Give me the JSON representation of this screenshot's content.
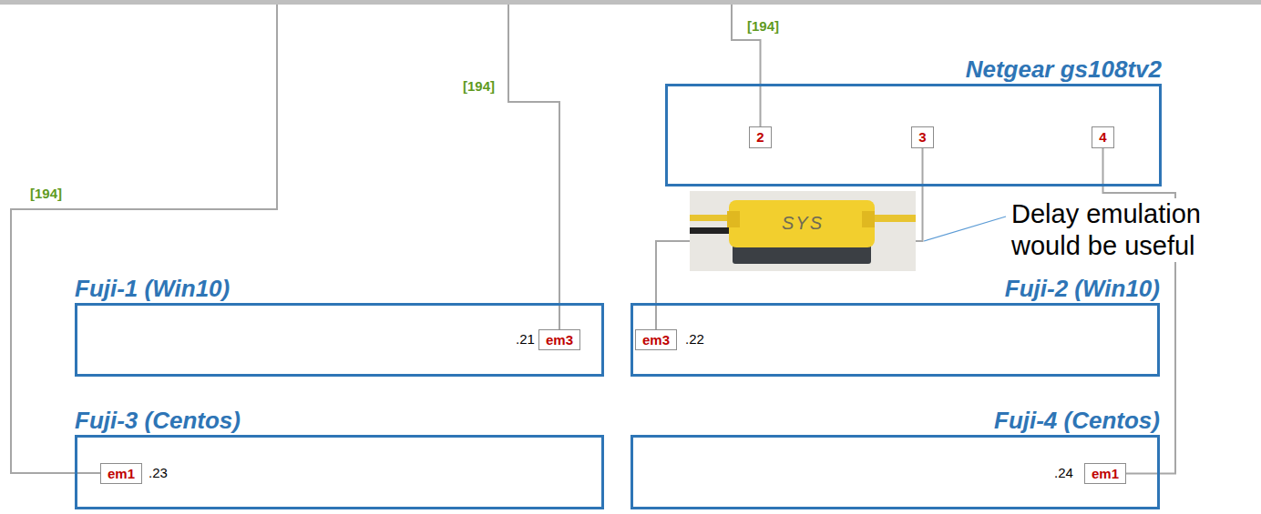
{
  "diagram": {
    "nodes": [
      {
        "text": [
          "Netgear gs108tv2"
        ]
      },
      {
        "text": [
          "2"
        ],
        "in": 0
      },
      {
        "text": [
          "3"
        ],
        "in": 0
      },
      {
        "text": [
          "4"
        ],
        "in": 0
      },
      {
        "text": [
          "Fuji-1 (Win10)",
          ".21"
        ]
      },
      {
        "text": [
          "em3"
        ],
        "in": 4
      },
      {
        "text": [
          "Fuji-2 (Win10)",
          ".22"
        ]
      },
      {
        "text": [
          "em3"
        ],
        "in": 6
      },
      {
        "text": [
          "Fuji-3 (Centos)",
          ".23"
        ]
      },
      {
        "text": [
          "em1"
        ],
        "in": 8
      },
      {
        "text": [
          "Fuji-4 (Centos)",
          ".24"
        ]
      },
      {
        "text": [
          "em1"
        ],
        "in": 10
      }
    ],
    "edges": [
      {
        "from": 2,
        "to": 7,
        "arrow": "none"
      },
      {
        "from": 3,
        "to": 11,
        "arrow": "none"
      }
    ],
    "labels": [
      "[194]",
      "[194]",
      "[194]",
      "Delay emulation would be useful",
      "SYS"
    ]
  }
}
